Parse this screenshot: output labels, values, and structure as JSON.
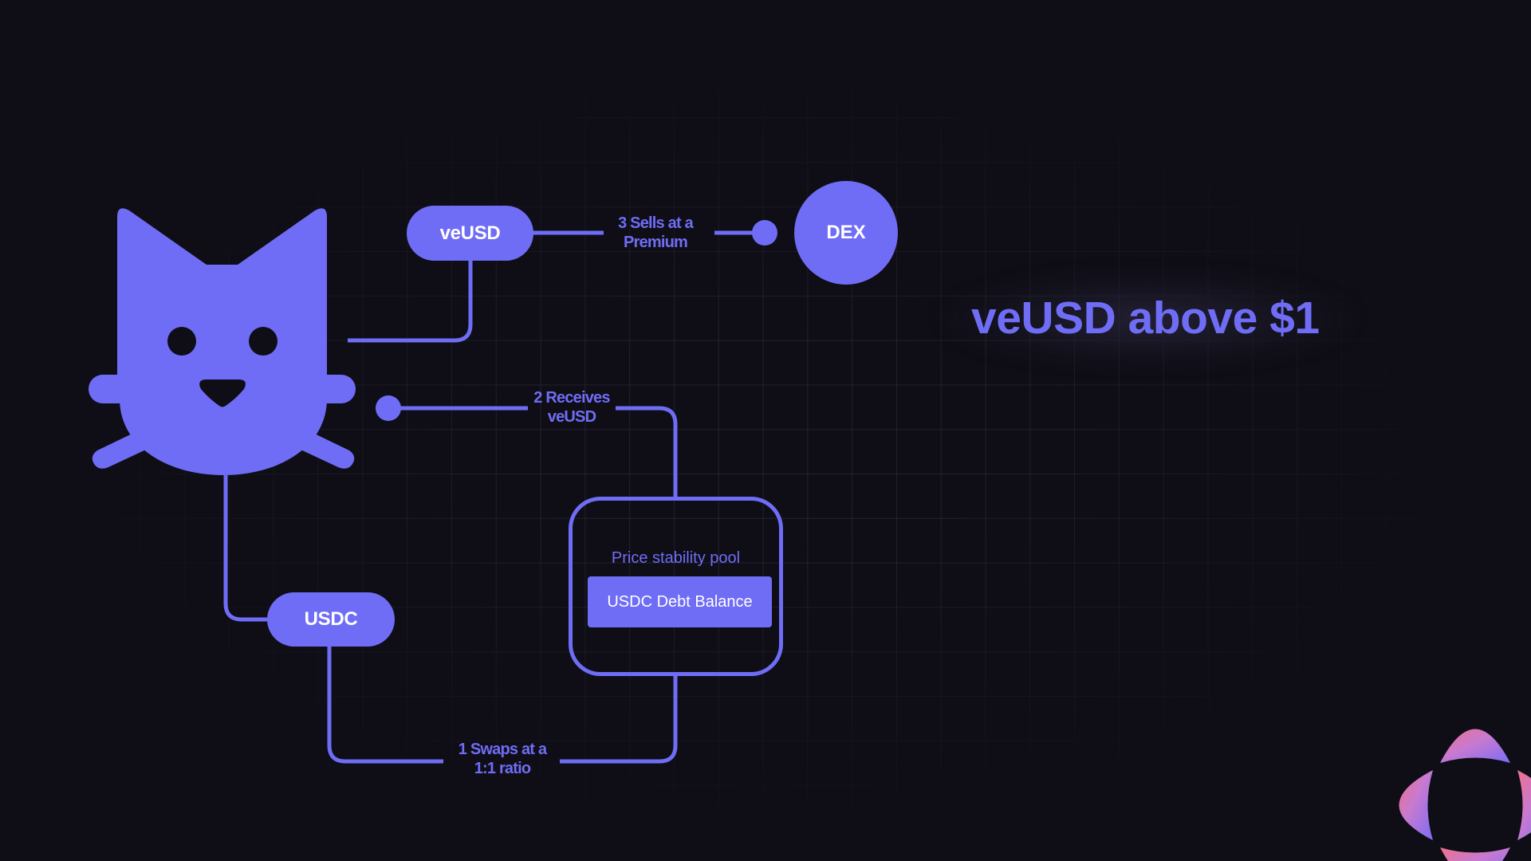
{
  "title": "veUSD above $1",
  "nodes": {
    "vesud_pill": "veUSD",
    "dex": "DEX",
    "usdc_pill": "USDC",
    "pool_title": "Price stability pool",
    "pool_balance": "USDC Debt Balance"
  },
  "steps": [
    {
      "line1": "1 Swaps at a",
      "line2": "1:1 ratio"
    },
    {
      "line1": "2 Receives",
      "line2": "veUSD"
    },
    {
      "line1": "3 Sells at a",
      "line2": "Premium"
    }
  ],
  "icons": {
    "mascot": "cat-mascot-icon",
    "logo": "brand-logo-icon"
  },
  "colors": {
    "accent": "#6f6df5",
    "background": "#0f0e16",
    "logo_gradient_start": "#f0708a",
    "logo_gradient_end": "#7a6cf5"
  }
}
